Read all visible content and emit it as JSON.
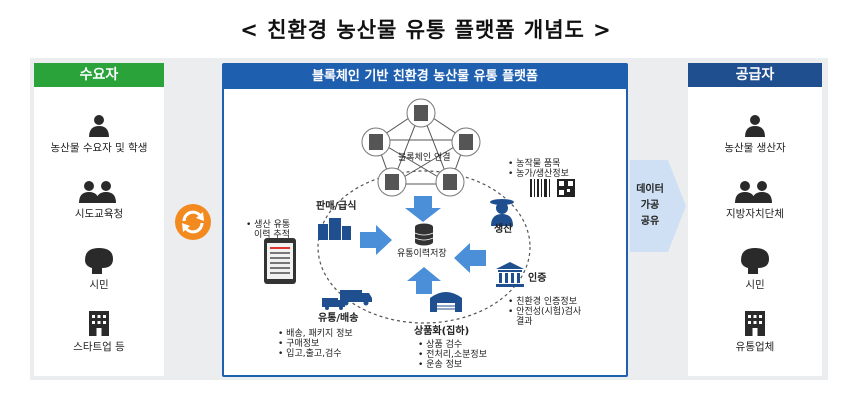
{
  "title": "< 친환경 농산물 유통 플랫폼 개념도 >",
  "left": {
    "header": "수요자",
    "items": [
      "농산물 수요자 및 학생",
      "시도교육청",
      "시민",
      "스타트업 등"
    ]
  },
  "right": {
    "header": "공급자",
    "items": [
      "농산물 생산자",
      "지방자치단체",
      "시민",
      "유통업체"
    ]
  },
  "center": {
    "header": "블록체인 기반 친환경 농산물 유통 플랫폼",
    "blockchain_label": "블록체인 연결",
    "storage_label": "유통이력저장",
    "nodes": {
      "sales": "판매/급식",
      "production": "생산",
      "certification": "인증",
      "commercialization": "상품화(집하)",
      "distribution": "유통/배송"
    },
    "sales_notes": [
      "생산 유통",
      "이력 추적"
    ],
    "production_notes": [
      "농작물 품목",
      "농가/생산정보"
    ],
    "certification_notes": [
      "친환경 인증정보",
      "안전성(시험)검사",
      "결과"
    ],
    "commercialization_notes": [
      "상품 검수",
      "전처리,소분정보",
      "운송 정보"
    ],
    "distribution_notes": [
      "배송, 패키지 정보",
      "구매정보",
      "입고,출고,검수"
    ]
  },
  "share": [
    "데이터",
    "가공",
    "공유"
  ],
  "colors": {
    "green": "#29a33a",
    "navy": "#1f4f8f",
    "blue": "#1f5fb0",
    "arrow": "#4a8fd8",
    "orange": "#f28a20"
  }
}
